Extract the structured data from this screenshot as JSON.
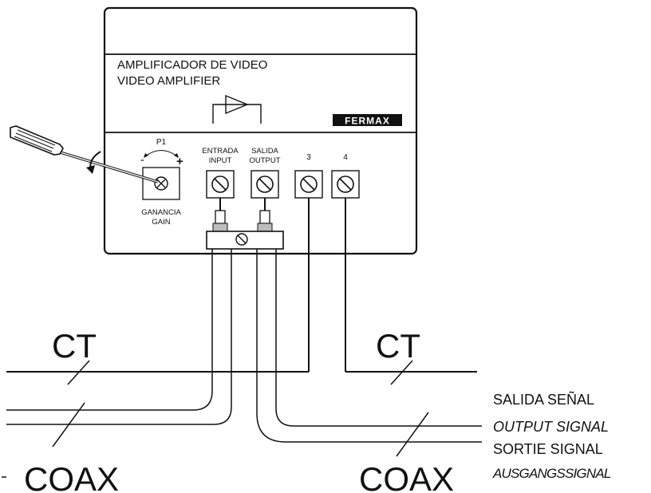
{
  "device": {
    "title_es": "AMPLIFICADOR DE VIDEO",
    "title_en": "VIDEO AMPLIFIER",
    "brand": "FERMAX"
  },
  "adjuster": {
    "label": "P1",
    "minus": "-",
    "plus": "+",
    "caption_es": "GANANCIA",
    "caption_en": "GAIN"
  },
  "terminals": {
    "input_es": "ENTRADA",
    "input_en": "INPUT",
    "output_es": "SALIDA",
    "output_en": "OUTPUT",
    "t3": "3",
    "t4": "4"
  },
  "cables": {
    "ct_left": "CT",
    "ct_right": "CT",
    "coax_left": "COAX",
    "coax_right": "COAX"
  },
  "output_signal": {
    "es": "SALIDA SEÑAL",
    "en": "OUTPUT SIGNAL",
    "fr": "SORTIE SIGNAL",
    "de": "AUSGANGSSIGNAL"
  },
  "colors": {
    "ink": "#111111",
    "brand_bg": "#111111",
    "brand_text": "#ffffff"
  }
}
